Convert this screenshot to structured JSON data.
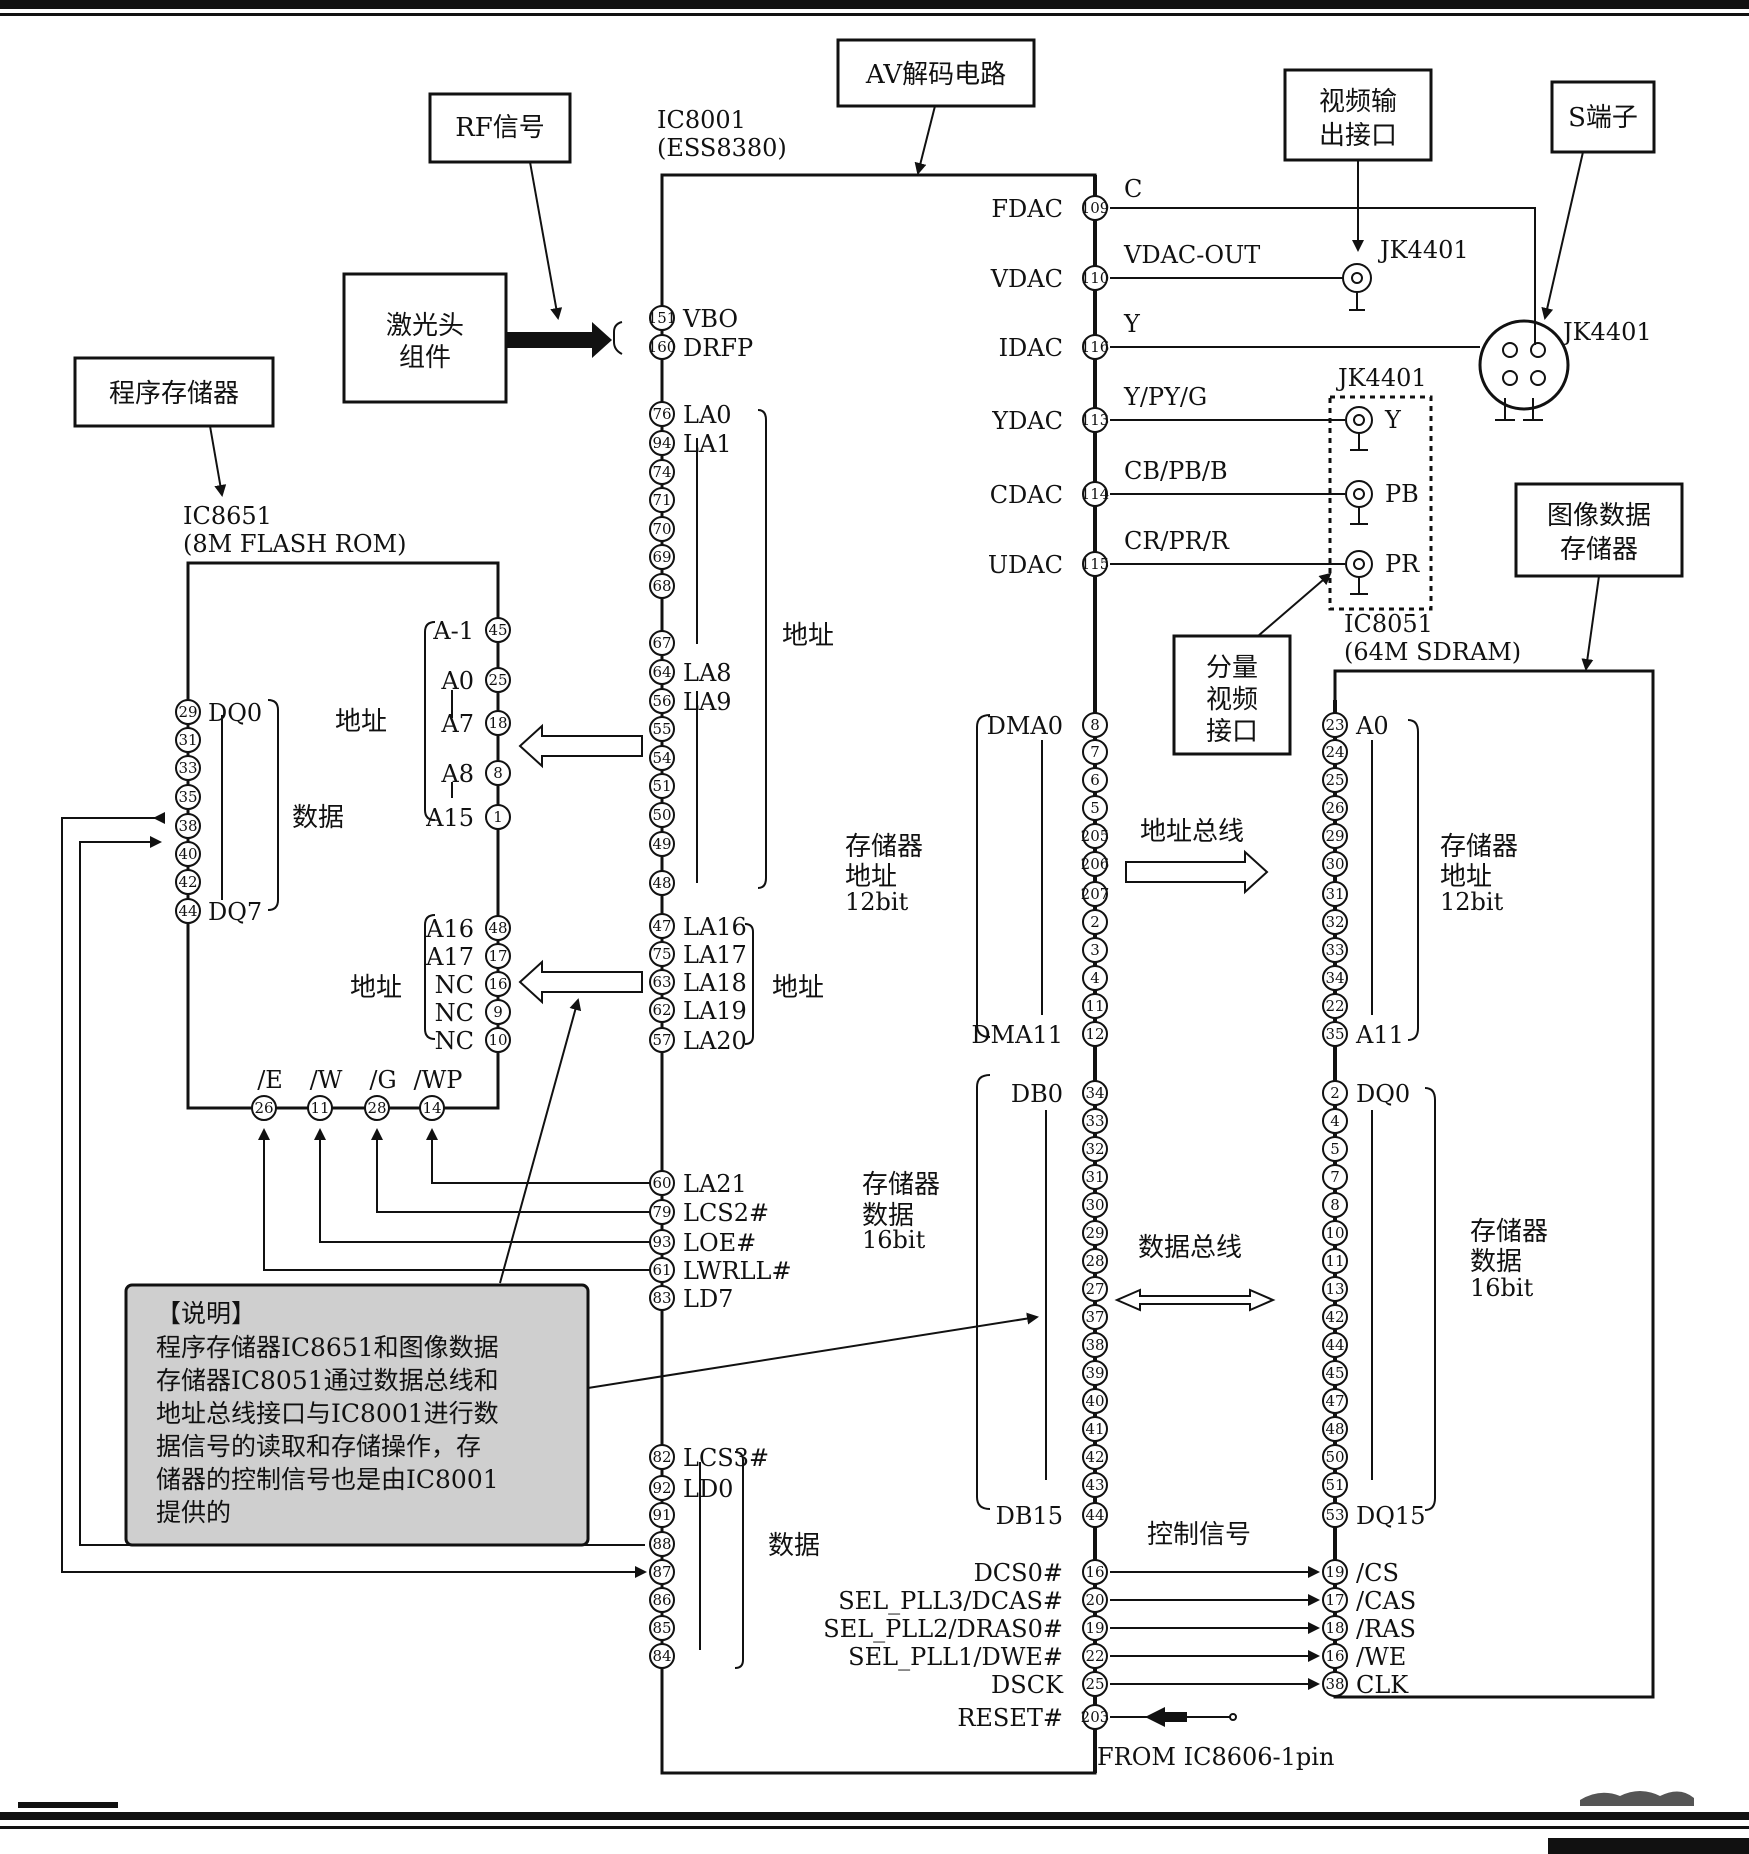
{
  "callouts": {
    "rf": "RF信号",
    "av": "AV解码电路",
    "video_out": [
      "视频输",
      "出接口"
    ],
    "s_term": "S端子",
    "laser": [
      "激光头",
      "组件"
    ],
    "program_mem": "程序存储器",
    "image_mem": [
      "图像数据",
      "存储器"
    ],
    "component": [
      "分量",
      "视频",
      "接口"
    ]
  },
  "ic8001": {
    "name": "IC8001",
    "part": "(ESS8380)",
    "left_pins": [
      {
        "num": "151",
        "label": "VBO"
      },
      {
        "num": "160",
        "label": "DRFP"
      },
      {
        "num": "76",
        "label": "LA0"
      },
      {
        "num": "94",
        "label": "LA1"
      },
      {
        "num": "74",
        "label": ""
      },
      {
        "num": "71",
        "label": ""
      },
      {
        "num": "70",
        "label": ""
      },
      {
        "num": "69",
        "label": ""
      },
      {
        "num": "68",
        "label": ""
      },
      {
        "num": "67",
        "label": ""
      },
      {
        "num": "64",
        "label": "LA8"
      },
      {
        "num": "56",
        "label": "LA9"
      },
      {
        "num": "55",
        "label": ""
      },
      {
        "num": "54",
        "label": ""
      },
      {
        "num": "51",
        "label": ""
      },
      {
        "num": "50",
        "label": ""
      },
      {
        "num": "49",
        "label": ""
      },
      {
        "num": "48",
        "label": ""
      },
      {
        "num": "47",
        "label": "LA16"
      },
      {
        "num": "75",
        "label": "LA17"
      },
      {
        "num": "63",
        "label": "LA18"
      },
      {
        "num": "62",
        "label": "LA19"
      },
      {
        "num": "57",
        "label": "LA20"
      },
      {
        "num": "60",
        "label": "LA21"
      },
      {
        "num": "79",
        "label": "LCS2#"
      },
      {
        "num": "93",
        "label": "LOE#"
      },
      {
        "num": "61",
        "label": "LWRLL#"
      },
      {
        "num": "82",
        "label": "LCS3#"
      },
      {
        "num": "92",
        "label": "LD0"
      },
      {
        "num": "91",
        "label": ""
      },
      {
        "num": "88",
        "label": ""
      },
      {
        "num": "87",
        "label": ""
      },
      {
        "num": "86",
        "label": ""
      },
      {
        "num": "85",
        "label": ""
      },
      {
        "num": "84",
        "label": ""
      },
      {
        "num": "83",
        "label": "LD7"
      }
    ],
    "right_pins": [
      {
        "num": "109",
        "label": "FDAC",
        "signal": "C"
      },
      {
        "num": "110",
        "label": "VDAC",
        "signal": "VDAC-OUT"
      },
      {
        "num": "116",
        "label": "IDAC",
        "signal": "Y"
      },
      {
        "num": "113",
        "label": "YDAC",
        "signal": "Y/PY/G"
      },
      {
        "num": "114",
        "label": "CDAC",
        "signal": "CB/PB/B"
      },
      {
        "num": "115",
        "label": "UDAC",
        "signal": "CR/PR/R"
      },
      {
        "num": "8",
        "label": "DMA0"
      },
      {
        "num": "7",
        "label": ""
      },
      {
        "num": "6",
        "label": ""
      },
      {
        "num": "5",
        "label": ""
      },
      {
        "num": "205",
        "label": ""
      },
      {
        "num": "206",
        "label": ""
      },
      {
        "num": "207",
        "label": ""
      },
      {
        "num": "2",
        "label": ""
      },
      {
        "num": "3",
        "label": ""
      },
      {
        "num": "4",
        "label": ""
      },
      {
        "num": "11",
        "label": ""
      },
      {
        "num": "12",
        "label": "DMA11"
      },
      {
        "num": "34",
        "label": "DB0"
      },
      {
        "num": "33",
        "label": ""
      },
      {
        "num": "32",
        "label": ""
      },
      {
        "num": "31",
        "label": ""
      },
      {
        "num": "30",
        "label": ""
      },
      {
        "num": "29",
        "label": ""
      },
      {
        "num": "28",
        "label": ""
      },
      {
        "num": "27",
        "label": ""
      },
      {
        "num": "37",
        "label": ""
      },
      {
        "num": "38",
        "label": ""
      },
      {
        "num": "39",
        "label": ""
      },
      {
        "num": "40",
        "label": ""
      },
      {
        "num": "41",
        "label": ""
      },
      {
        "num": "42",
        "label": ""
      },
      {
        "num": "43",
        "label": ""
      },
      {
        "num": "44",
        "label": "DB15"
      },
      {
        "num": "16",
        "label": "DCS0#"
      },
      {
        "num": "20",
        "label": "SEL_PLL3/DCAS#"
      },
      {
        "num": "19",
        "label": "SEL_PLL2/DRAS0#"
      },
      {
        "num": "22",
        "label": "SEL_PLL1/DWE#"
      },
      {
        "num": "25",
        "label": "DSCK"
      },
      {
        "num": "203",
        "label": "RESET#"
      }
    ],
    "reset_source": "FROM IC8606-1pin"
  },
  "ic8651": {
    "name": "IC8651",
    "part": "(8M FLASH ROM)",
    "right_pins": [
      {
        "num": "45",
        "label": "A-1"
      },
      {
        "num": "25",
        "label": "A0"
      },
      {
        "num": "18",
        "label": "A7"
      },
      {
        "num": "8",
        "label": "A8"
      },
      {
        "num": "1",
        "label": "A15"
      },
      {
        "num": "48",
        "label": "A16"
      },
      {
        "num": "17",
        "label": "A17"
      },
      {
        "num": "16",
        "label": "NC"
      },
      {
        "num": "9",
        "label": "NC"
      },
      {
        "num": "10",
        "label": "NC"
      }
    ],
    "left_pins": [
      {
        "num": "29",
        "label": "DQ0"
      },
      {
        "num": "31",
        "label": ""
      },
      {
        "num": "33",
        "label": ""
      },
      {
        "num": "35",
        "label": ""
      },
      {
        "num": "38",
        "label": ""
      },
      {
        "num": "40",
        "label": ""
      },
      {
        "num": "42",
        "label": ""
      },
      {
        "num": "44",
        "label": "DQ7"
      }
    ],
    "bottom_pins": [
      {
        "num": "26",
        "label": "/E"
      },
      {
        "num": "11",
        "label": "/W"
      },
      {
        "num": "28",
        "label": "/G"
      },
      {
        "num": "14",
        "label": "/WP"
      }
    ]
  },
  "ic8051": {
    "name": "IC8051",
    "part": "(64M SDRAM)",
    "left_pins": [
      {
        "num": "23",
        "label": "A0"
      },
      {
        "num": "24",
        "label": ""
      },
      {
        "num": "25",
        "label": ""
      },
      {
        "num": "26",
        "label": ""
      },
      {
        "num": "29",
        "label": ""
      },
      {
        "num": "30",
        "label": ""
      },
      {
        "num": "31",
        "label": ""
      },
      {
        "num": "32",
        "label": ""
      },
      {
        "num": "33",
        "label": ""
      },
      {
        "num": "34",
        "label": ""
      },
      {
        "num": "22",
        "label": ""
      },
      {
        "num": "35",
        "label": "A11"
      },
      {
        "num": "2",
        "label": "DQ0"
      },
      {
        "num": "4",
        "label": ""
      },
      {
        "num": "5",
        "label": ""
      },
      {
        "num": "7",
        "label": ""
      },
      {
        "num": "8",
        "label": ""
      },
      {
        "num": "10",
        "label": ""
      },
      {
        "num": "11",
        "label": ""
      },
      {
        "num": "13",
        "label": ""
      },
      {
        "num": "42",
        "label": ""
      },
      {
        "num": "44",
        "label": ""
      },
      {
        "num": "45",
        "label": ""
      },
      {
        "num": "47",
        "label": ""
      },
      {
        "num": "48",
        "label": ""
      },
      {
        "num": "50",
        "label": ""
      },
      {
        "num": "51",
        "label": ""
      },
      {
        "num": "53",
        "label": "DQ15"
      },
      {
        "num": "19",
        "label": "/CS"
      },
      {
        "num": "17",
        "label": "/CAS"
      },
      {
        "num": "18",
        "label": "/RAS"
      },
      {
        "num": "16",
        "label": "/WE"
      },
      {
        "num": "38",
        "label": "CLK"
      }
    ]
  },
  "jacks": {
    "jk_video": "JK4401",
    "jk_s": "JK4401",
    "jk_comp": "JK4401",
    "comp_labels": [
      "Y",
      "PB",
      "PR"
    ]
  },
  "labels": {
    "addr": "地址",
    "data": "数据",
    "mem_addr": [
      "存储器",
      "地址",
      "12bit"
    ],
    "mem_data": [
      "存储器",
      "数据",
      "16bit"
    ],
    "addr_bus": "地址总线",
    "data_bus": "数据总线",
    "ctrl": "控制信号"
  },
  "note": {
    "title": "【说明】",
    "lines": [
      "程序存储器IC8651和图像数据",
      "存储器IC8051通过数据总线和",
      "地址总线接口与IC8001进行数",
      "据信号的读取和存储操作，存",
      "储器的控制信号也是由IC8001",
      "提供的"
    ]
  }
}
